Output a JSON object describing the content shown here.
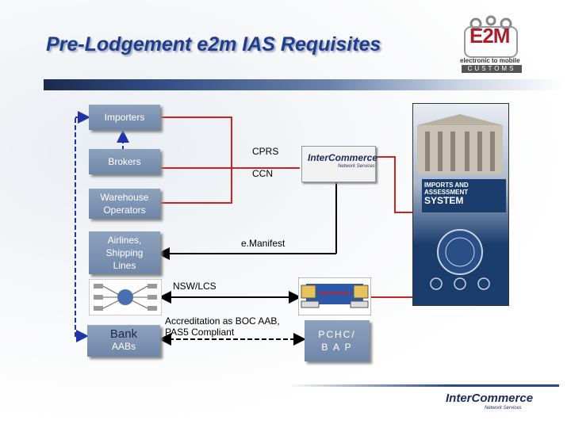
{
  "title": "Pre-Lodgement e2m IAS Requisites",
  "logo": {
    "mark": "E2M",
    "subtitle": "electronic to mobile",
    "band": "CUSTOMS"
  },
  "nodes": {
    "importers": "Importers",
    "brokers": "Brokers",
    "warehouse_line1": "Warehouse",
    "warehouse_line2": "Operators",
    "airlines_line1": "Airlines,",
    "airlines_line2": "Shipping",
    "airlines_line3": "Lines",
    "bank": "Bank",
    "aabs": "AABs",
    "pchc_line1": "PCHC/",
    "pchc_line2": "B A P"
  },
  "labels": {
    "cprs": "CPRS",
    "ccn": "CCN",
    "emanifest": "e.Manifest",
    "nsw_lcs": "NSW/LCS",
    "accreditation_line1": "Accreditation as BOC AAB,",
    "accreditation_line2": "PAS5 Compliant"
  },
  "intercommerce": {
    "name": "InterCommerce",
    "tagline": "Network Services"
  },
  "imports_system": {
    "line1": "IMPORTS AND",
    "line2": "ASSESSMENT",
    "line3": "SYSTEM"
  },
  "colors": {
    "title": "#1f3c8f",
    "node_fill": "#7f94b3",
    "arrow_blue": "#2233aa",
    "line_red": "#cc2222"
  }
}
